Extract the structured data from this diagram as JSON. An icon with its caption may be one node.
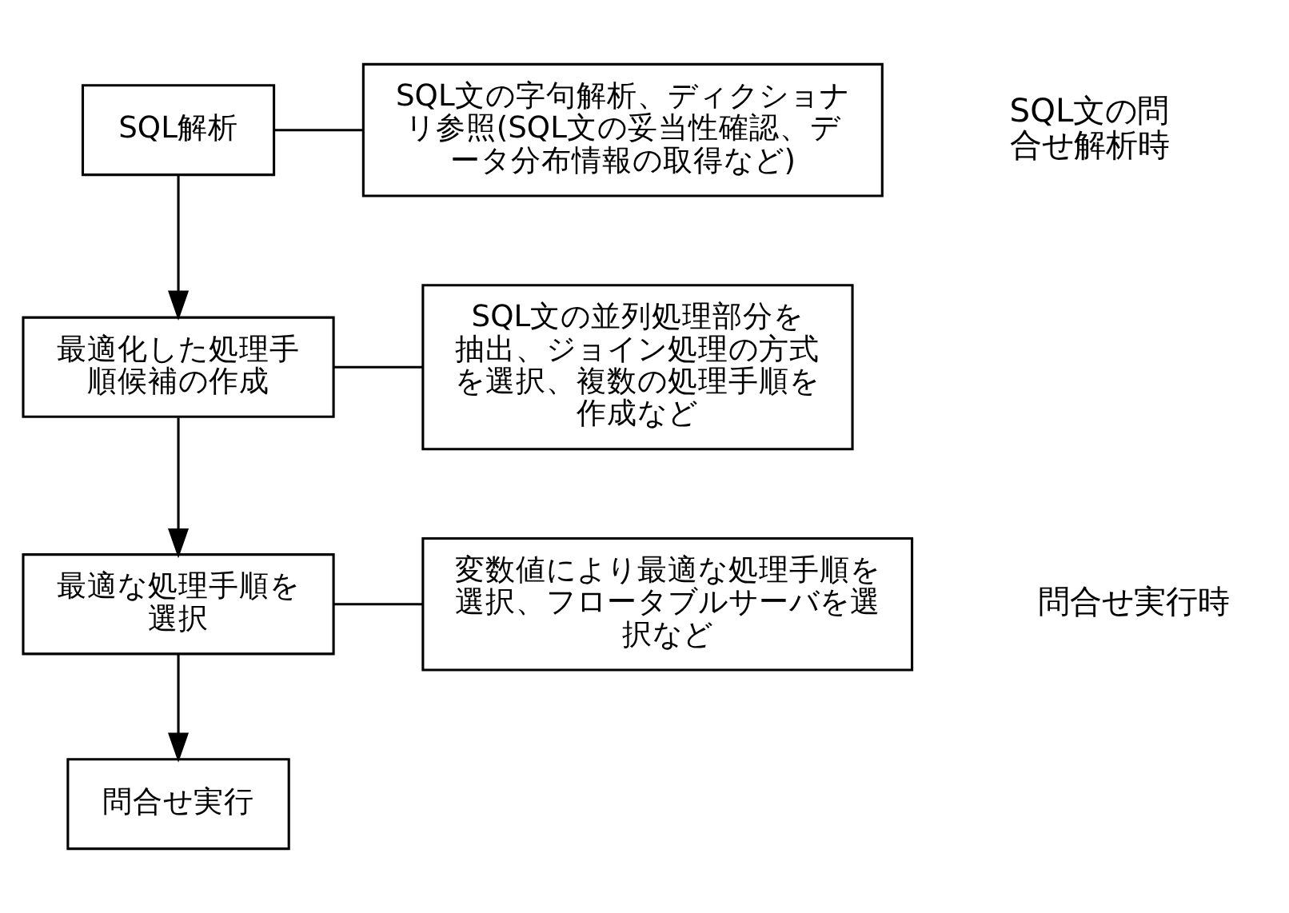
{
  "diagram": {
    "nodes": [
      {
        "text": [
          "SQL解析"
        ]
      },
      {
        "text": [
          "最適化した処理手順候補の作成"
        ]
      },
      {
        "text": [
          "最適な処理手順を選択"
        ]
      },
      {
        "text": [
          "問合せ実行"
        ]
      },
      {
        "text": [
          "SQL文の字句解析、ディクショナリ参照(SQL文の妥当性確認、データ分布情報の取得など)"
        ]
      },
      {
        "text": [
          "SQL文の並列処理部分を抽出、ジョイン処理の方式を選択、複数の処理手順を作成など"
        ]
      },
      {
        "text": [
          "変数値により最適な処理手順を選択、フロータブルサーバを選択など"
        ]
      }
    ],
    "edges": [
      {
        "from": 0,
        "to": 1,
        "arrow": "to"
      },
      {
        "from": 1,
        "to": 2,
        "arrow": "to"
      },
      {
        "from": 2,
        "to": 3,
        "arrow": "to"
      },
      {
        "from": 0,
        "to": 4,
        "arrow": "none"
      },
      {
        "from": 1,
        "to": 5,
        "arrow": "none"
      },
      {
        "from": 2,
        "to": 6,
        "arrow": "none"
      }
    ],
    "labels": [
      "SQL文の問合せ解析時",
      "問合せ実行時"
    ]
  }
}
